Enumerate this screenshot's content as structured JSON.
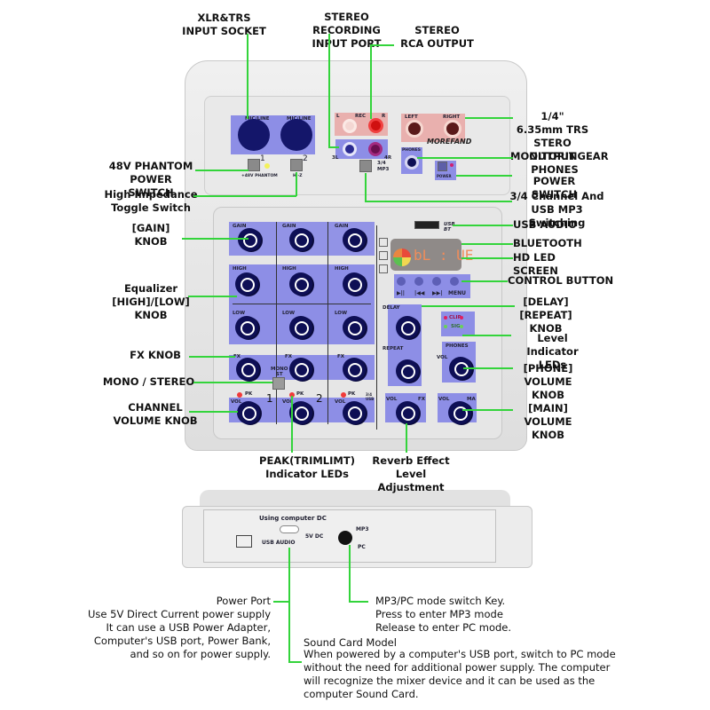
{
  "top_labels": {
    "xlr_trs": "XLR&TRS\nINPUT SOCKET",
    "stereo_recording": "STEREO RECORDING\nINPUT PORT",
    "stereo_rca": "STEREO\nRCA OUTPUT"
  },
  "left_labels": {
    "phantom": "48V PHANTOM\nPOWER SWITCH",
    "hiz": "High Impedance\nToggle Switch",
    "gain": "[GAIN]\nKNOB",
    "eq": "Equalizer\n[HIGH]/[LOW]\nKNOB",
    "fx": "FX KNOB",
    "mono_stereo": "MONO / STEREO",
    "channel_vol": "CHANNEL\nVOLUME KNOB"
  },
  "right_labels": {
    "trs_out": "1/4\"\n6.35mm TRS\nSTERO OUTPUT",
    "phones": "MONITORINGEAR\nPHONES",
    "power": "POWER SWITCH",
    "ch34": "3/4 Channel And\nUSB MP3 Switching",
    "usb_audio": "USB AUDIO",
    "bluetooth": "BLUETOOTH",
    "led_screen": "HD LED SCREEN",
    "control_button": "CONTROL BUTTON",
    "delay_repeat": "[DELAY]\n[REPEAT]\nKNOB",
    "level_leds": "Level Indicator\nLEDs",
    "phone_vol": "[PHONE]\nVOLUME KNOB",
    "main_vol": "[MAIN]\nVOLUME KNOB"
  },
  "bottom_labels": {
    "peak": "PEAK(TRIMLIMT)\nIndicator LEDs",
    "reverb": "Reverb Effect\nLevel Adjustment"
  },
  "device": {
    "brand": "MOREFAND",
    "mic_line": "MIC/LINE",
    "ch1": "1",
    "ch2": "2",
    "phantom_tag": "+48V PHANTOM",
    "hiz_tag": "HI-Z",
    "rec": "REC",
    "l": "L",
    "r": "R",
    "in3l": "3L",
    "in4r": "4R",
    "sw34": "3/4",
    "swmp3": "MP3",
    "left": "LEFT",
    "right": "RIGHT",
    "phones": "PHONES",
    "power": "POWER",
    "gain": "GAIN",
    "high": "HIGH",
    "low": "LOW",
    "fx": "FX",
    "vol": "VOL",
    "pk": "PK",
    "mono_st": "MONO\nST",
    "usb_bt": "USB\nBT",
    "display_text": "bL : UE",
    "transport": [
      "▶||",
      "|◀◀",
      "▶▶|",
      "MENU"
    ],
    "delay": "DELAY",
    "repeat": "REPEAT",
    "clip": "CLIP",
    "sig": "SIG",
    "ma": "MA",
    "ch_nums": [
      "1",
      "2"
    ],
    "ch34_tag": "3/4\nUSB"
  },
  "rear": {
    "using_dc": "Using computer DC",
    "dc5v": "5V DC",
    "usb_audio": "USB AUDIO",
    "mp3": "MP3",
    "pc": "PC"
  },
  "callouts": {
    "power_port_title": "Power Port",
    "power_port_body": "Use 5V Direct Current power supply\nIt can use a USB Power Adapter,\nComputer's USB port, Power Bank,\nand so on for power supply.",
    "mp3pc": "MP3/PC mode switch Key.\nPress to enter MP3 mode\nRelease to enter PC mode.",
    "sound_card_title": "Sound Card Model",
    "sound_card_body": "When powered by a computer's USB port, switch to PC mode\nwithout the need for additional power supply. The computer\nwill recognize the mixer device and it can be used as the\ncomputer Sound Card."
  }
}
